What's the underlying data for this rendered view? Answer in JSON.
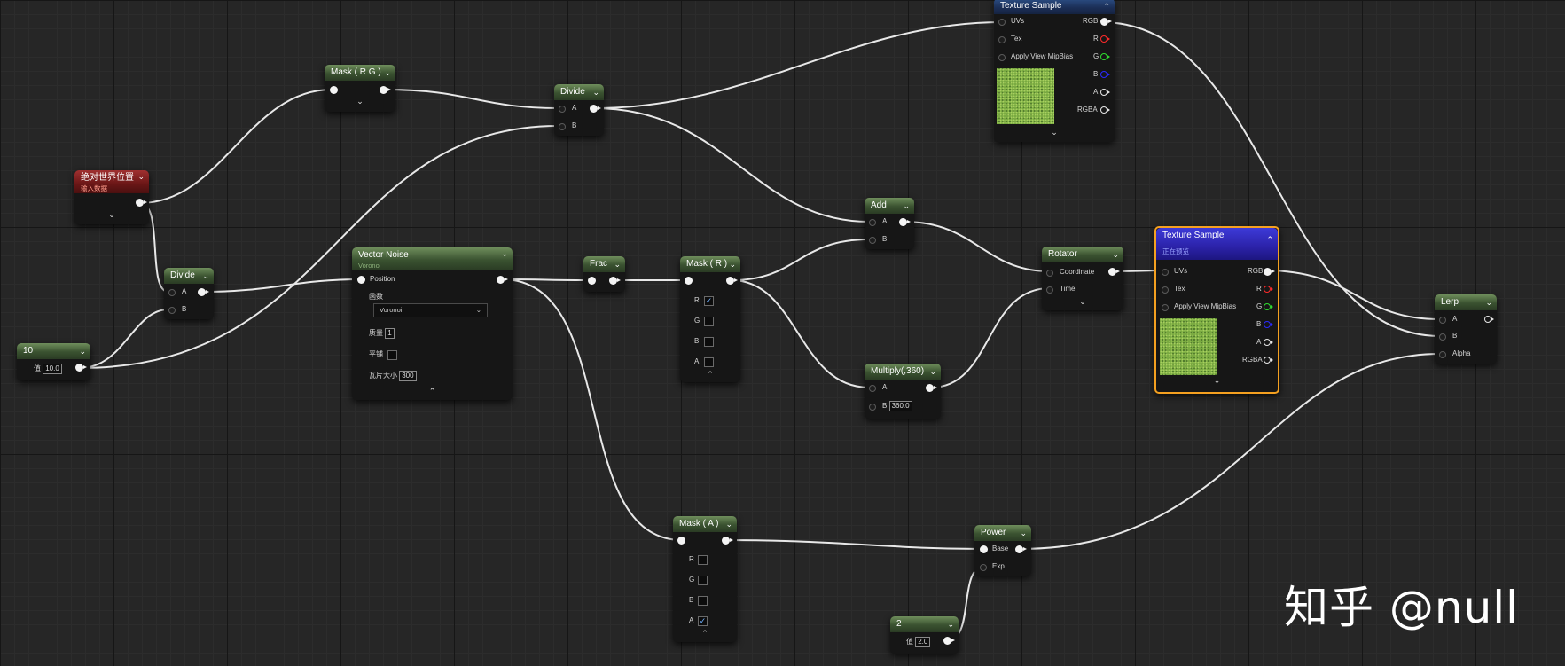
{
  "nodes": {
    "abs_world": {
      "title": "绝对世界位置",
      "subtitle": "输入数据"
    },
    "const10": {
      "title": "10",
      "value_label": "值",
      "value": "10.0"
    },
    "divide1": {
      "title": "Divide",
      "a": "A",
      "b": "B"
    },
    "mask_rg": {
      "title": "Mask ( R G )"
    },
    "divide2": {
      "title": "Divide",
      "a": "A",
      "b": "B"
    },
    "vector_noise": {
      "title": "Vector Noise",
      "subtitle": "Voronoi",
      "position": "Position",
      "function_label": "函数",
      "function_value": "Voronoi",
      "quality_label": "质量",
      "quality_value": "1",
      "tiling_label": "平铺",
      "tile_size_label": "瓦片大小",
      "tile_size_value": "300"
    },
    "frac": {
      "title": "Frac"
    },
    "mask_r": {
      "title": "Mask ( R )",
      "channels": [
        {
          "label": "R",
          "checked": true
        },
        {
          "label": "G",
          "checked": false
        },
        {
          "label": "B",
          "checked": false
        },
        {
          "label": "A",
          "checked": false
        }
      ]
    },
    "add": {
      "title": "Add",
      "a": "A",
      "b": "B"
    },
    "multiply": {
      "title": "Multiply(,360)",
      "a": "A",
      "b": "B",
      "b_value": "360.0"
    },
    "rotator": {
      "title": "Rotator",
      "coordinate": "Coordinate",
      "time": "Time"
    },
    "texsample1": {
      "title": "Texture Sample",
      "uvs": "UVs",
      "tex": "Tex",
      "mip": "Apply View MipBias",
      "out_rgb": "RGB",
      "out_r": "R",
      "out_g": "G",
      "out_b": "B",
      "out_a": "A",
      "out_rgba": "RGBA"
    },
    "texsample2": {
      "title": "Texture Sample",
      "subtitle": "正在预览",
      "uvs": "UVs",
      "tex": "Tex",
      "mip": "Apply View MipBias",
      "out_rgb": "RGB",
      "out_r": "R",
      "out_g": "G",
      "out_b": "B",
      "out_a": "A",
      "out_rgba": "RGBA"
    },
    "mask_a": {
      "title": "Mask ( A )",
      "channels": [
        {
          "label": "R",
          "checked": false
        },
        {
          "label": "G",
          "checked": false
        },
        {
          "label": "B",
          "checked": false
        },
        {
          "label": "A",
          "checked": true
        }
      ]
    },
    "power": {
      "title": "Power",
      "base": "Base",
      "exp": "Exp"
    },
    "const2": {
      "title": "2",
      "value_label": "值",
      "value": "2.0"
    },
    "lerp": {
      "title": "Lerp",
      "a": "A",
      "b": "B",
      "alpha": "Alpha"
    }
  },
  "icons": {
    "collapse": "chevron-down-icon",
    "expand": "chevron-up-icon",
    "check": "check-icon"
  },
  "colors": {
    "node_header_green": "#3a5230",
    "node_header_red": "#6a1616",
    "node_header_blue": "#1b2e56",
    "preview_header": "#2b22a8",
    "selection": "#f4a020",
    "wire": "#e8e8e8"
  },
  "watermark": "知乎 @null"
}
